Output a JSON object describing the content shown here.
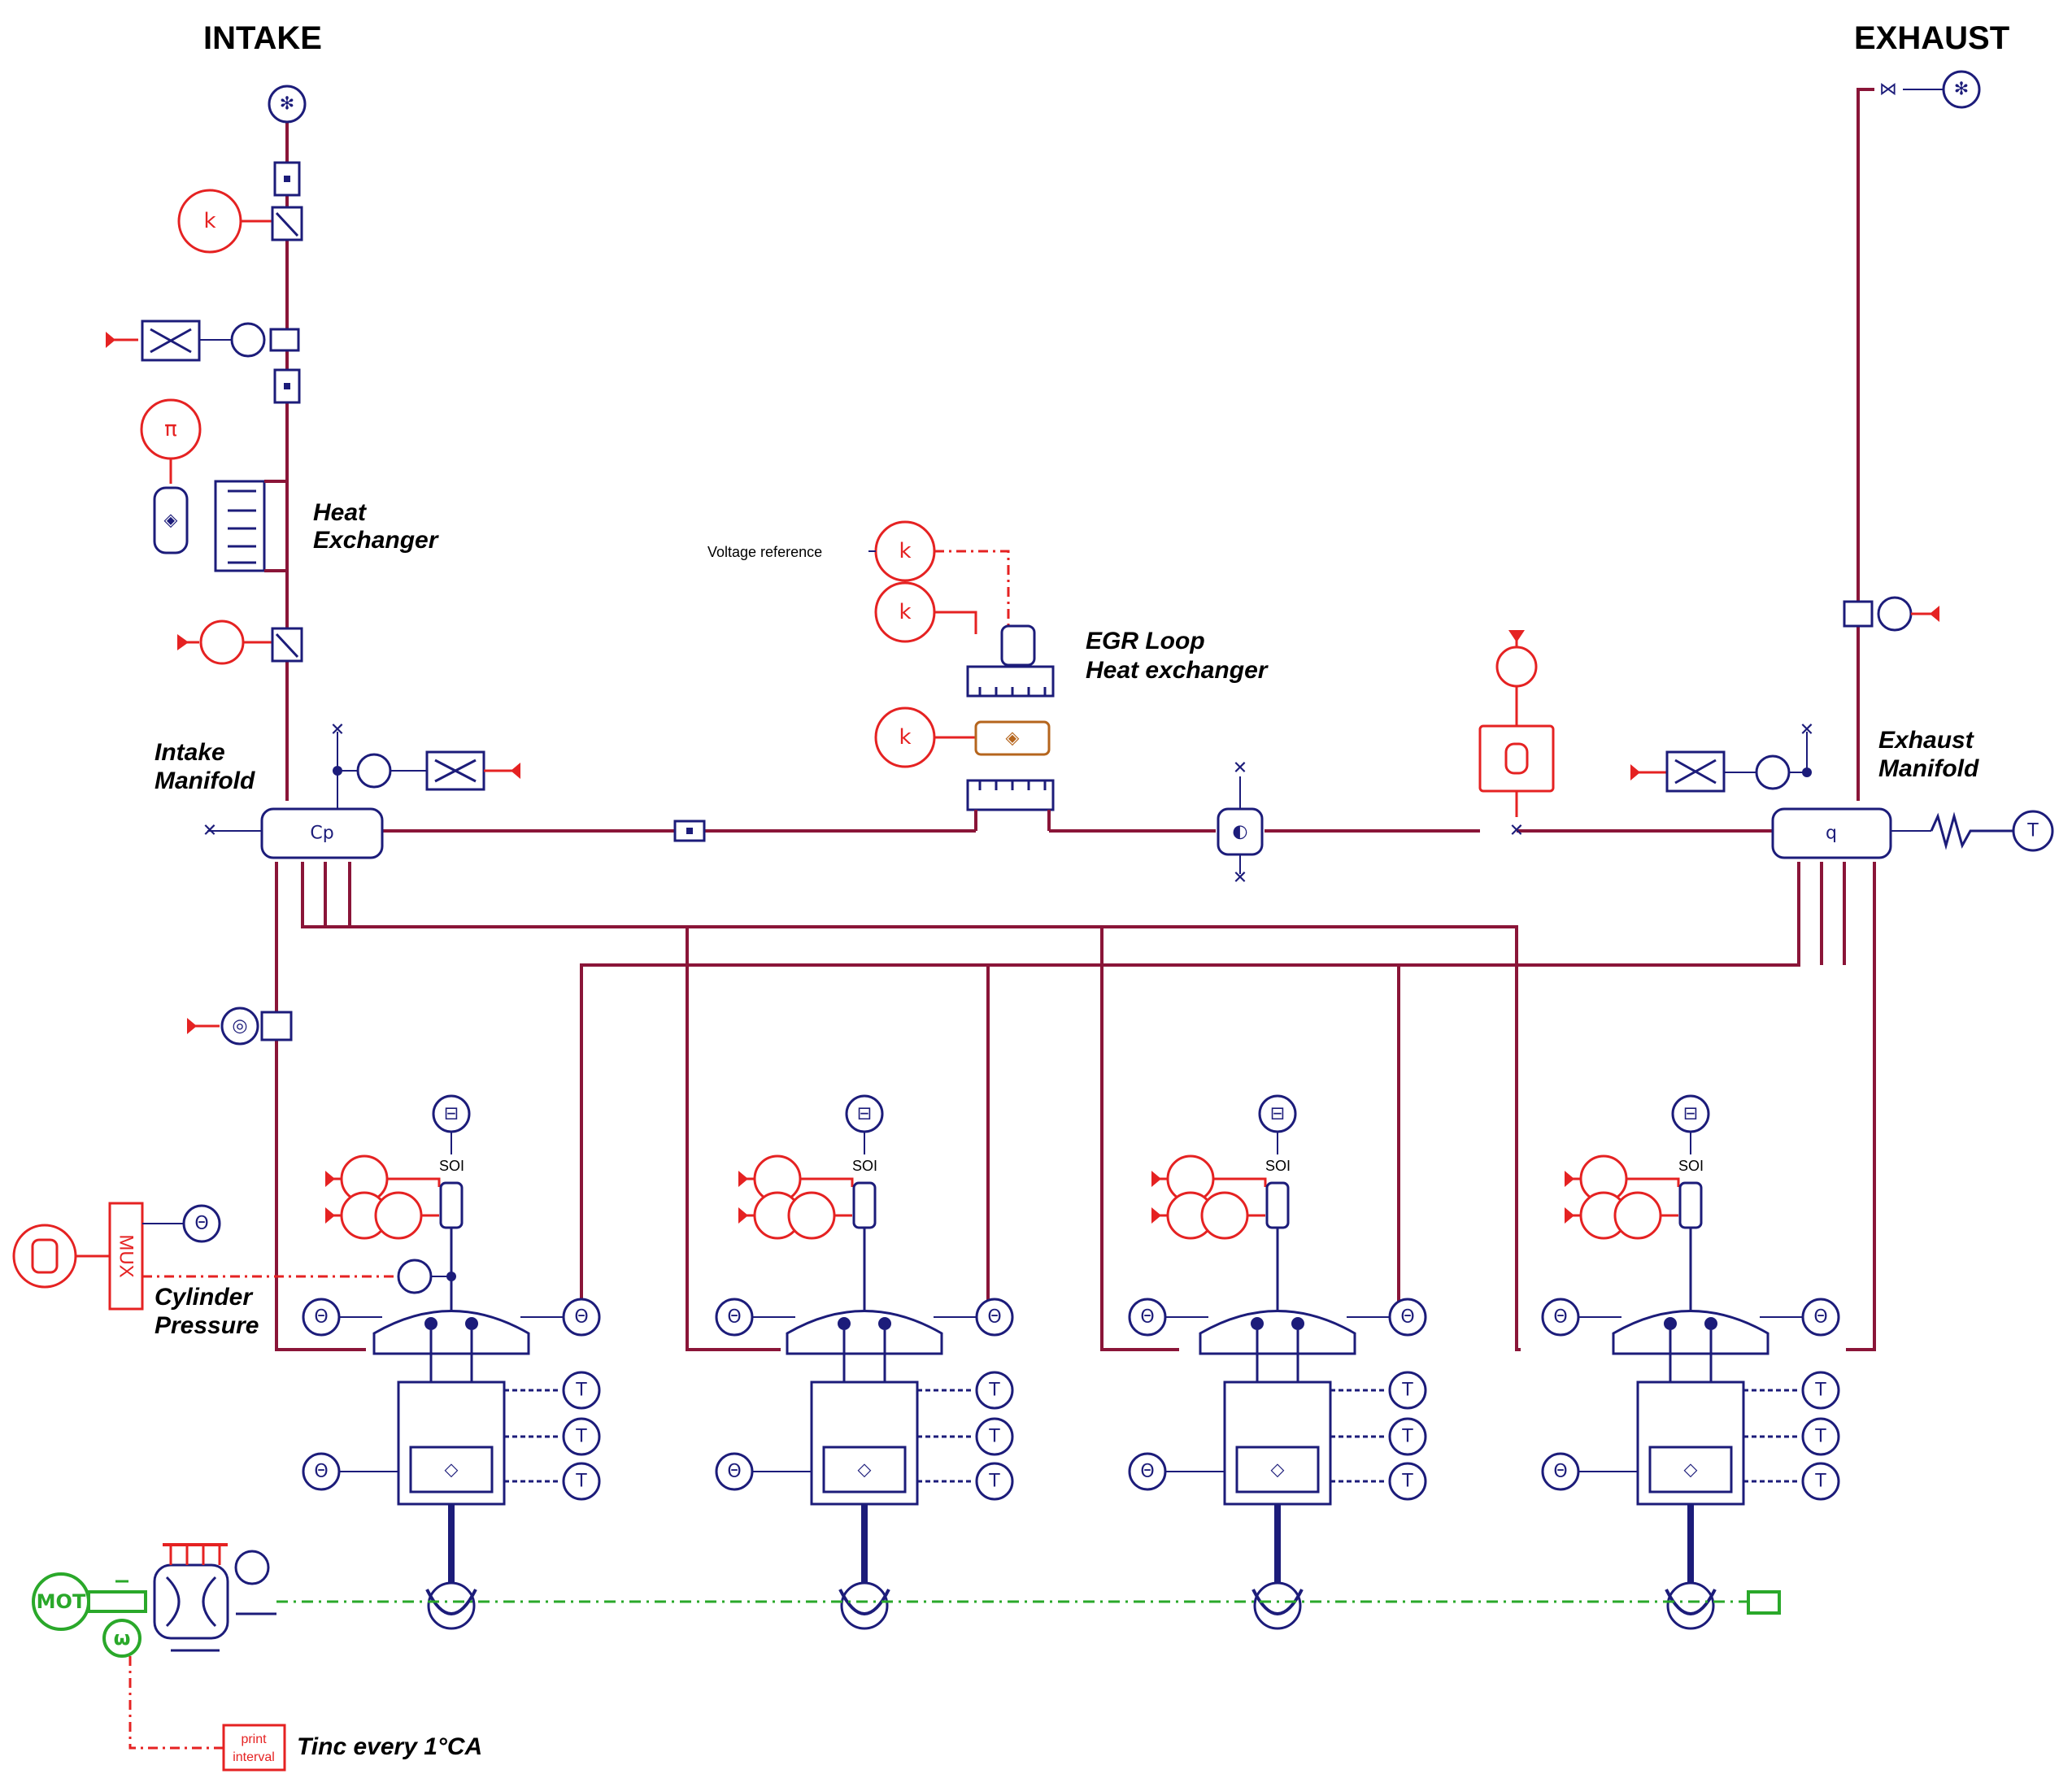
{
  "headers": {
    "intake": "INTAKE",
    "exhaust": "EXHAUST"
  },
  "labels": {
    "heat_exchanger_line1": "Heat",
    "heat_exchanger_line2": "Exchanger",
    "voltage_reference": "Voltage reference",
    "egr_line1": "EGR Loop",
    "egr_line2": "Heat exchanger",
    "intake_manifold_line1": "Intake",
    "intake_manifold_line2": "Manifold",
    "exhaust_manifold_line1": "Exhaust",
    "exhaust_manifold_line2": "Manifold",
    "cylinder_pressure_line1": "Cylinder",
    "cylinder_pressure_line2": "Pressure",
    "tinc": "Tinc every 1°CA",
    "mux": "MUX",
    "print_interval_line1": "print",
    "print_interval_line2": "interval",
    "soi": "SOI",
    "motor_symbol": "MOT"
  },
  "symbols": {
    "constant": "k",
    "temperature": "T",
    "theta": "Θ",
    "plot": "⊟"
  },
  "colors": {
    "pipe": "#8a1538",
    "component": "#1c1c7a",
    "signal": "#e52222",
    "mechanical": "#2aa82a",
    "egr_core": "#b5651d"
  }
}
